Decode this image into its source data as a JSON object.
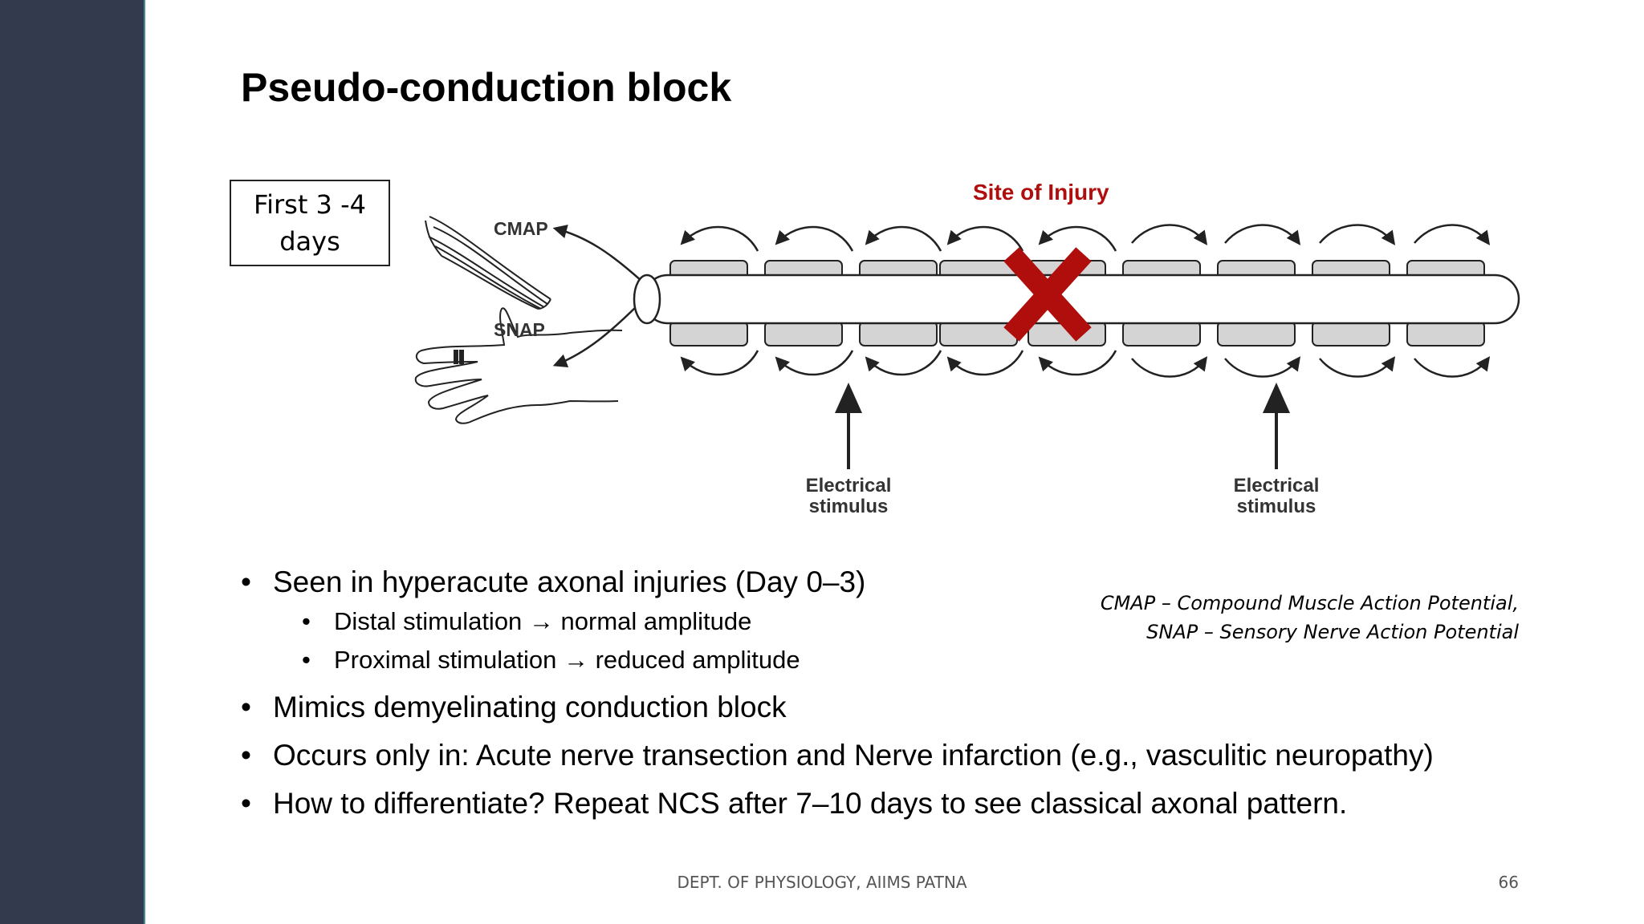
{
  "slide": {
    "title": "Pseudo-conduction block",
    "time_box": "First 3 -4 days",
    "colors": {
      "sidebar": "#333a4e",
      "sidebar_border": "#3e8f8f",
      "injury": "#b00d0d",
      "node": "#d4d4d4"
    }
  },
  "diagram": {
    "cmap_label": "CMAP",
    "snap_label": "SNAP",
    "injury_label": "Site of Injury",
    "stimulus_left": [
      "Electrical",
      "stimulus"
    ],
    "stimulus_right": [
      "Electrical",
      "stimulus"
    ],
    "icons": [
      "muscle-icon",
      "hand-icon",
      "injury-x-icon"
    ]
  },
  "bullets": [
    {
      "text": "Seen in hyperacute axonal injuries (Day 0–3)",
      "sub": [
        "Distal stimulation → normal amplitude",
        "Proximal stimulation → reduced amplitude"
      ]
    },
    {
      "text": "Mimics demyelinating conduction block"
    },
    {
      "text": "Occurs only in: Acute nerve transection and Nerve infarction (e.g., vasculitic neuropathy)"
    },
    {
      "text": "How to differentiate? Repeat NCS after 7–10 days to see classical axonal pattern."
    }
  ],
  "abbreviations": [
    "CMAP – Compound Muscle Action Potential,",
    "SNAP – Sensory Nerve Action Potential"
  ],
  "footer": {
    "department": "DEPT. OF PHYSIOLOGY, AIIMS PATNA",
    "page_number": "66"
  }
}
